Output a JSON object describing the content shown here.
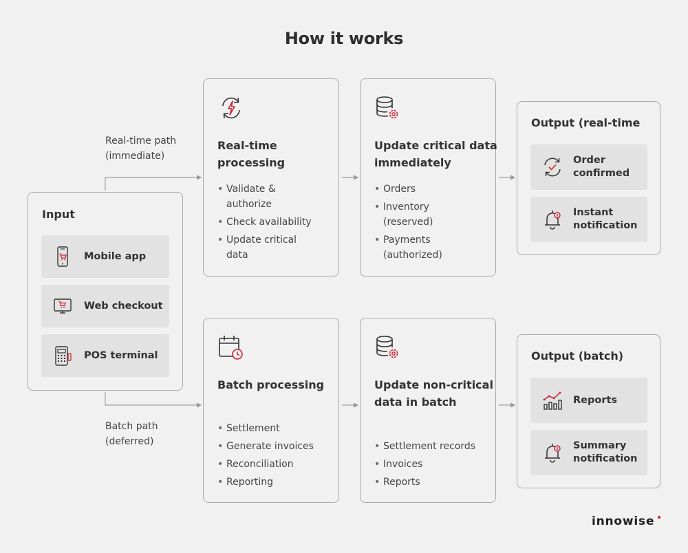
{
  "title": "How it works",
  "colors": {
    "accent": "#c8202f",
    "border": "#a9a9a9",
    "tile": "#e2e2e2",
    "bg": "#f1f1f1"
  },
  "input": {
    "title": "Input",
    "items": [
      {
        "label": "Mobile app",
        "icon": "mobile-phone-cart-icon"
      },
      {
        "label": "Web checkout",
        "icon": "monitor-cart-icon"
      },
      {
        "label": "POS terminal",
        "icon": "pos-terminal-icon"
      }
    ]
  },
  "paths": {
    "realtime_label": "Real-time path (immediate)",
    "batch_label": "Batch path (deferred)"
  },
  "realtime": {
    "processing": {
      "icon": "lightning-sync-icon",
      "title": "Real-time processing",
      "bullets": [
        "Validate & authorize",
        "Check availability",
        "Update critical data"
      ]
    },
    "update": {
      "icon": "database-gear-icon",
      "title": "Update critical data immediately",
      "bullets": [
        "Orders",
        "Inventory (reserved)",
        "Payments (authorized)"
      ]
    },
    "output": {
      "title": "Output (real-time",
      "items": [
        {
          "label": "Order confirmed",
          "icon": "sync-check-icon"
        },
        {
          "label": "Instant notification",
          "icon": "bell-alert-icon"
        }
      ]
    }
  },
  "batch": {
    "processing": {
      "icon": "calendar-clock-icon",
      "title": "Batch processing",
      "bullets": [
        "Settlement",
        "Generate invoices",
        "Reconciliation",
        "Reporting"
      ]
    },
    "update": {
      "icon": "database-gear-icon",
      "title": "Update non-critical data in batch",
      "bullets": [
        "Settlement records",
        "Invoices",
        "Reports"
      ]
    },
    "output": {
      "title": "Output (batch)",
      "items": [
        {
          "label": "Reports",
          "icon": "bar-chart-icon"
        },
        {
          "label": "Summary notification",
          "icon": "bell-alert-icon"
        }
      ]
    }
  },
  "logo": "innowise"
}
